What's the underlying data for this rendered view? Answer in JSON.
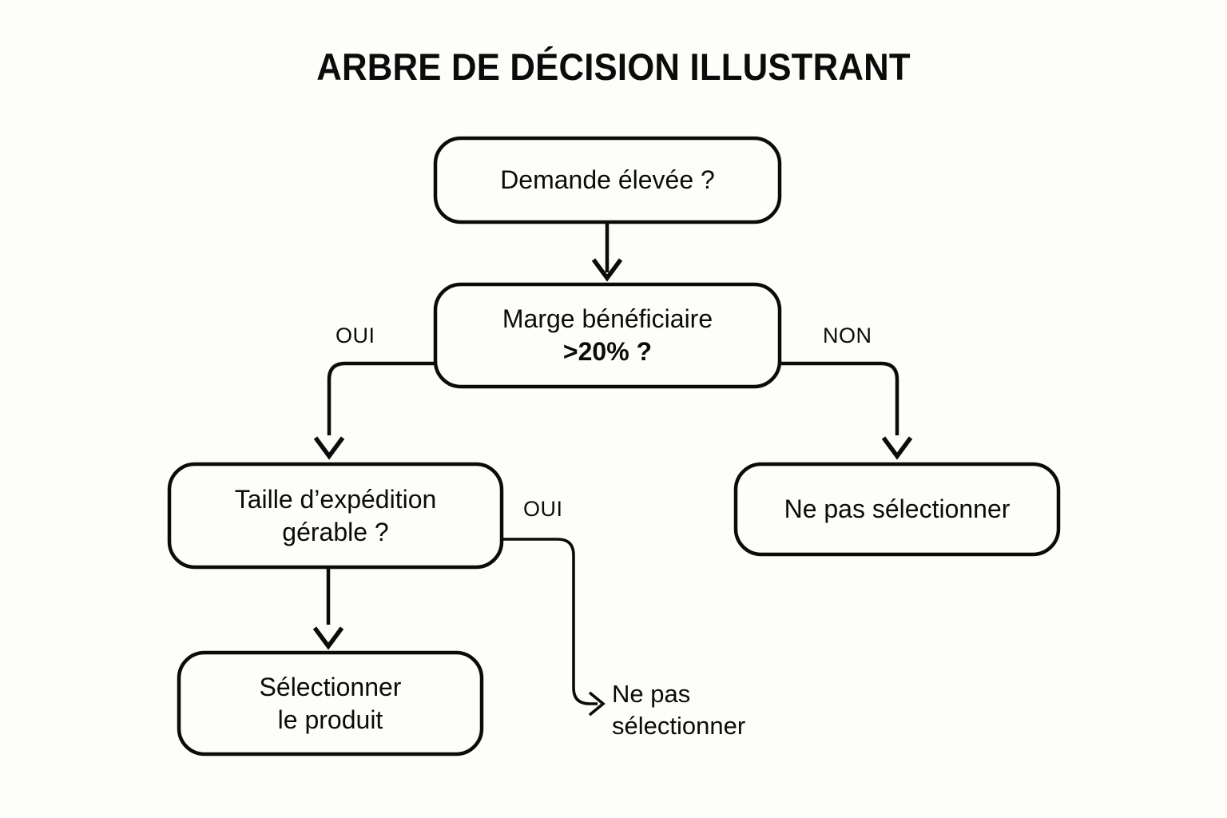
{
  "page": {
    "title": "ARBRE DE DÉCISION ILLUSTRANT",
    "background_color": "#FDFDFA",
    "ink_color": "#0B0B0B"
  },
  "nodes": {
    "root_question": {
      "line1": "Demande élevée ?"
    },
    "margin_question": {
      "line1": "Marge bénéficiaire",
      "line2": ">20% ?"
    },
    "shipping_question": {
      "line1": "Taille d’expédition",
      "line2": "gérable ?"
    },
    "reject_right": {
      "line1": "Ne pas sélectionner"
    },
    "select_product": {
      "line1": "Sélectionner",
      "line2": "le produit"
    }
  },
  "free_text": {
    "reject_bottom": "Ne pas\nsélectionner"
  },
  "branch_labels": {
    "margin_yes": "OUI",
    "margin_no": "NON",
    "shipping_yes": "OUI"
  },
  "edges": [
    {
      "name": "root-to-margin",
      "from": "root_question",
      "to": "margin_question",
      "label": ""
    },
    {
      "name": "margin-yes-to-shipping",
      "from": "margin_question",
      "to": "shipping_question",
      "label": "OUI"
    },
    {
      "name": "margin-no-to-reject",
      "from": "margin_question",
      "to": "reject_right",
      "label": "NON"
    },
    {
      "name": "shipping-to-select",
      "from": "shipping_question",
      "to": "select_product",
      "label": ""
    },
    {
      "name": "shipping-yes-to-reject-text",
      "from": "shipping_question",
      "to": "reject_bottom",
      "label": "OUI"
    }
  ]
}
